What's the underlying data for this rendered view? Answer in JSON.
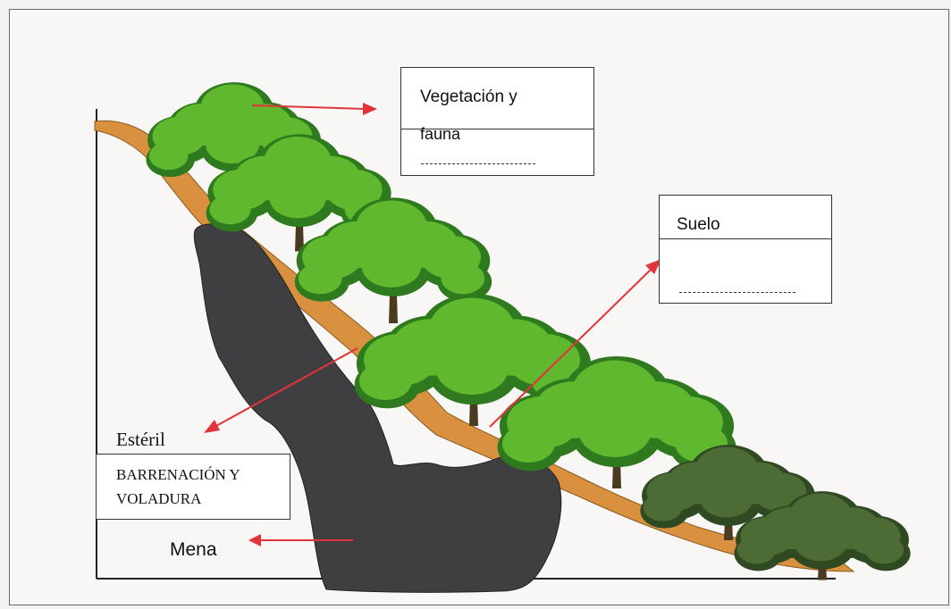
{
  "labels": {
    "vegetacion_line1": "Vegetación y",
    "vegetacion_line2": "fauna",
    "suelo": "Suelo",
    "esteril": "Estéril",
    "barrenacion_line1": "BARRENACIÓN Y",
    "barrenacion_line2": "VOLADURA",
    "mena": "Mena"
  },
  "colors": {
    "soil": "#d9903f",
    "rock": "#3f3e40",
    "tree_light": "#5fb82e",
    "tree_dark": "#2f7a1e",
    "shrub": "#2f4a22",
    "arrow": "#e2333b"
  }
}
